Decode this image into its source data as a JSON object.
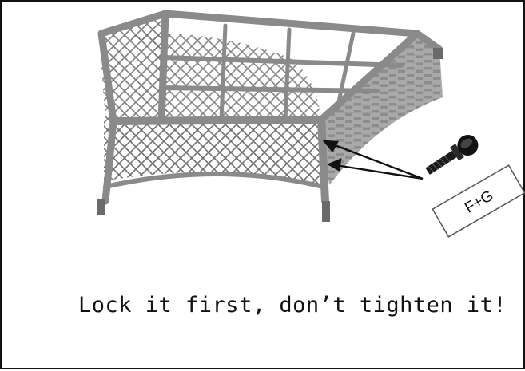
{
  "caption": "Lock it first, don’t tighten it!",
  "hardware_tag": "F+G",
  "icons": {
    "furniture": "wicker-ottoman-frame-upside-down-illustration",
    "screw": "bolt-screw-icon"
  },
  "colors": {
    "ink": "#111111",
    "wicker": "#7a7a7a",
    "frame": "#8a8a8a",
    "screw": "#1a1a1a"
  }
}
